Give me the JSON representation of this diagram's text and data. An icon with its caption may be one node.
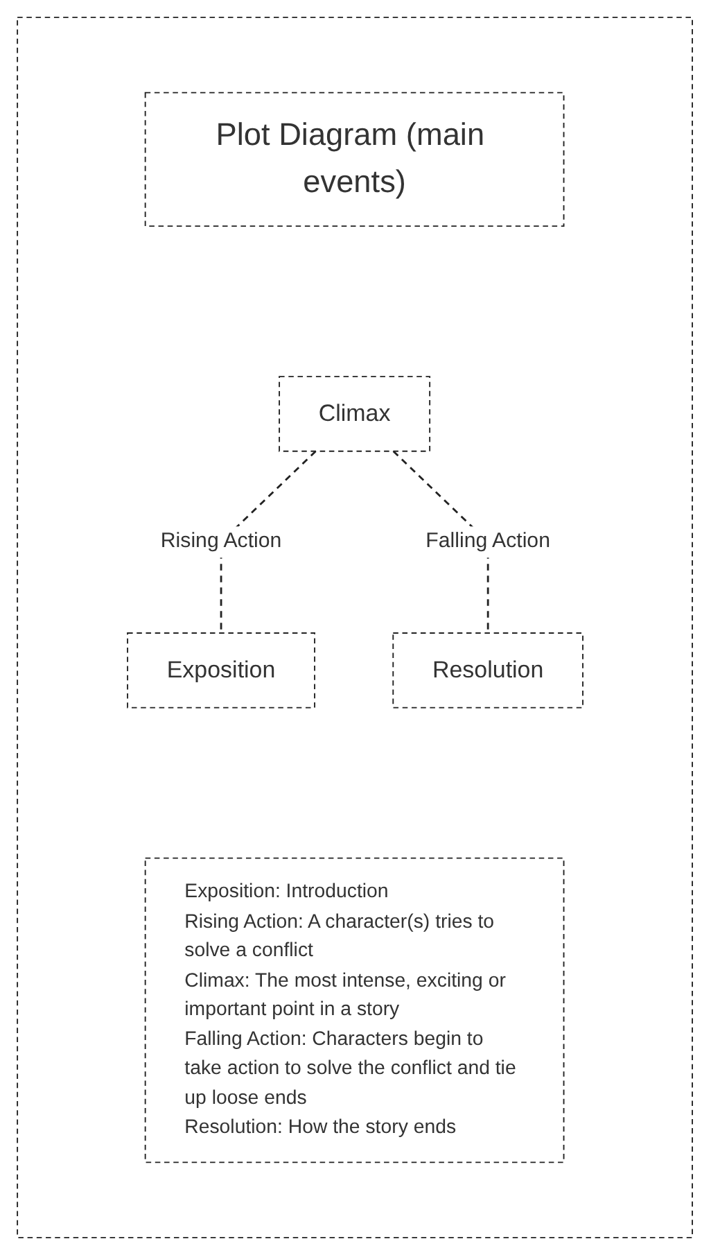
{
  "diagram": {
    "nodes": [
      {
        "text": [],
        "shape": "box"
      },
      {
        "text": [
          "Plot Diagram (main events)"
        ],
        "in": 0
      },
      {
        "text": [
          "Climax"
        ],
        "in": 0
      },
      {
        "text": [
          "Exposition"
        ],
        "in": 0
      },
      {
        "text": [
          "Resolution"
        ],
        "in": 0
      },
      {
        "text": [
          "Exposition: Introduction",
          "Rising Action: A character(s) tries to solve a conflict",
          "Climax: The most intense, exciting or important point in a story",
          "Falling Action: Characters begin to take action to solve the conflict and tie up loose ends",
          "Resolution: How the story ends"
        ],
        "in": 0
      }
    ],
    "edges": [
      {
        "from": 2,
        "to": 3,
        "arrow": "none",
        "label": "Rising Action",
        "style": "dashed"
      },
      {
        "from": 2,
        "to": 4,
        "arrow": "none",
        "label": "Falling Action",
        "style": "dashed"
      }
    ]
  }
}
